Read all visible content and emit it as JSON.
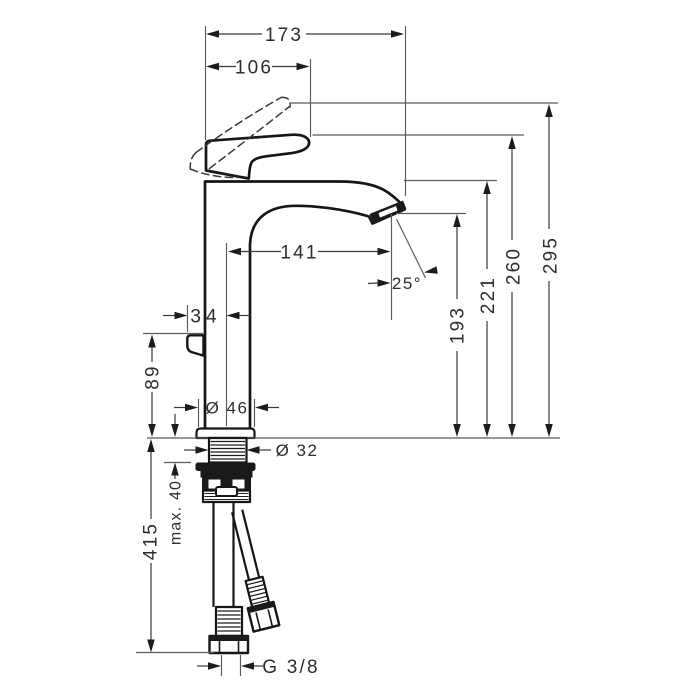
{
  "drawing": {
    "type": "faucet installation dimension drawing",
    "dimensions": {
      "total_depth": "173",
      "handle_projection": "106",
      "spout_reach": "141",
      "handle_offset": "34",
      "spray_angle": "25°",
      "base_to_hook_height": "89",
      "base_diameter": "Ø 46",
      "shank_diameter": "Ø 32",
      "max_mounting_thickness": "max. 40",
      "hose_length": "415",
      "outlet_height": "193",
      "spout_height": "221",
      "body_height": "260",
      "total_height": "295",
      "connection_thread": "G 3/8"
    },
    "style": {
      "background": "#ffffff",
      "outline_color": "#161616",
      "dimension_line_color": "#383838",
      "text_color": "#2d2d2d"
    }
  }
}
